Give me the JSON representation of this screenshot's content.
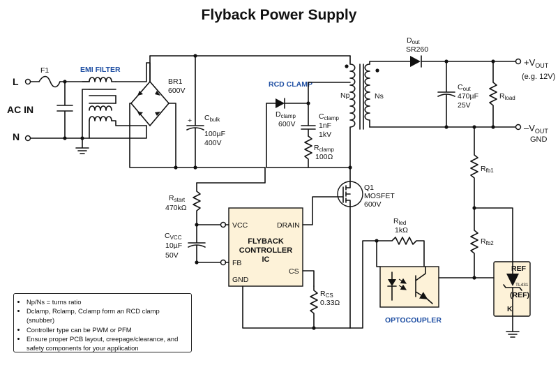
{
  "title": "Flyback Power Supply",
  "input": {
    "line": "L",
    "neutral": "N",
    "ac_in": "AC IN",
    "fuse": "F1"
  },
  "emi_filter": "EMI FILTER",
  "bridge": {
    "ref": "BR1",
    "rating": "600V"
  },
  "cbulk": {
    "ref": "C",
    "sub": "bulk",
    "value": "100µF",
    "voltage": "400V"
  },
  "rcd_clamp": {
    "heading": "RCD CLAMP",
    "diode": {
      "ref": "D",
      "sub": "clamp",
      "rating": "600V"
    },
    "cap": {
      "ref": "C",
      "sub": "clamp",
      "value": "1nF",
      "voltage": "1kV"
    },
    "res": {
      "ref": "R",
      "sub": "clamp",
      "value": "100Ω"
    }
  },
  "transformer": {
    "primary": "Np",
    "secondary": "Ns"
  },
  "dout": {
    "ref": "D",
    "sub": "out",
    "part": "SR260"
  },
  "cout": {
    "ref": "C",
    "sub": "out",
    "value": "470µF",
    "voltage": "25V"
  },
  "rload": {
    "ref": "R",
    "sub": "load"
  },
  "vout_pos": {
    "sign": "+V",
    "sub": "OUT",
    "note": "(e.g. 12V)"
  },
  "vout_neg": {
    "sign": "–V",
    "sub": "OUT",
    "note": "GND"
  },
  "rfb1": {
    "ref": "R",
    "sub": "fb1"
  },
  "rfb2": {
    "ref": "R",
    "sub": "fb2"
  },
  "rstart": {
    "ref": "R",
    "sub": "start",
    "value": "470kΩ"
  },
  "cvcc": {
    "ref": "C",
    "sub": "VCC",
    "value": "10µF",
    "voltage": "50V"
  },
  "controller": {
    "line1": "FLYBACK",
    "line2": "CONTROLLER",
    "line3": "IC",
    "pin_vcc": "VCC",
    "pin_fb": "FB",
    "pin_gnd": "GND",
    "pin_drain": "DRAIN",
    "pin_cs": "CS"
  },
  "mosfet": {
    "ref": "Q1",
    "type": "MOSFET",
    "rating": "600V"
  },
  "rcs": {
    "ref": "R",
    "sub": "CS",
    "value": "0.33Ω"
  },
  "rled": {
    "ref": "R",
    "sub": "led",
    "value": "1kΩ"
  },
  "optocoupler": "OPTOCOUPLER",
  "tl431": {
    "ref_pin": "REF",
    "part": "TL431",
    "ref_label": "(REF)",
    "k_pin": "K"
  },
  "notes": [
    "Np/Ns = turns ratio",
    "Dclamp, Rclamp, Cclamp form an RCD clamp (snubber)",
    "Controller type can be PWM or PFM",
    "Ensure proper PCB layout, creepage/clearance, and safety components for your application"
  ],
  "colors": {
    "accent_fill": "#fdf2d8",
    "heading_blue": "#1f4fa3",
    "ink": "#111111"
  }
}
